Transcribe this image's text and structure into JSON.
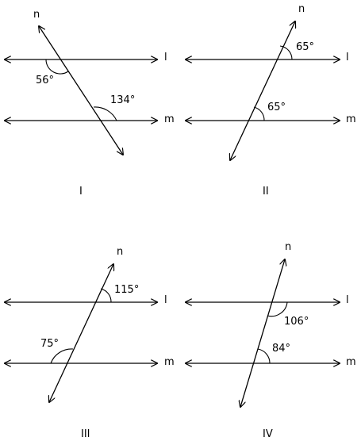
{
  "panels": [
    {
      "id": "I",
      "caption": "I",
      "transversal_label": "n",
      "upper_line_label": "l",
      "lower_line_label": "m",
      "angle_upper": "56°",
      "angle_lower": "134°"
    },
    {
      "id": "II",
      "caption": "II",
      "transversal_label": "n",
      "upper_line_label": "l",
      "lower_line_label": "m",
      "angle_upper": "65°",
      "angle_lower": "65°"
    },
    {
      "id": "III",
      "caption": "III",
      "transversal_label": "n",
      "upper_line_label": "l",
      "lower_line_label": "m",
      "angle_upper": "115°",
      "angle_lower": "75°"
    },
    {
      "id": "IV",
      "caption": "IV",
      "transversal_label": "n",
      "upper_line_label": "l",
      "lower_line_label": "m",
      "angle_upper": "106°",
      "angle_lower": "84°"
    }
  ]
}
